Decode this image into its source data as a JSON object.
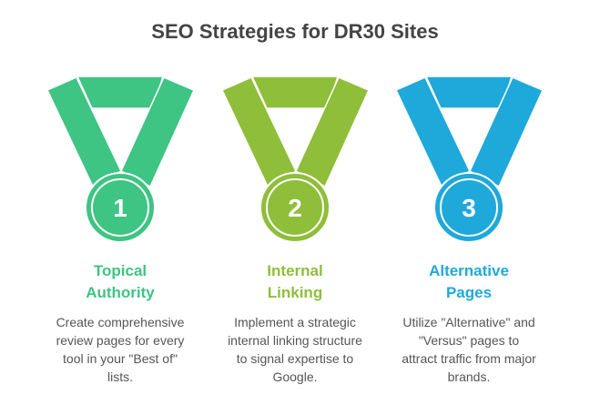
{
  "title": "SEO Strategies for DR30 Sites",
  "items": [
    {
      "number": "1",
      "heading_line1": "Topical",
      "heading_line2": "Authority",
      "description": "Create comprehensive review pages for every tool in your \"Best of\" lists.",
      "color": "#3EC483"
    },
    {
      "number": "2",
      "heading_line1": "Internal",
      "heading_line2": "Linking",
      "description": "Implement a strategic internal linking structure to signal expertise to Google.",
      "color": "#8FBE3A"
    },
    {
      "number": "3",
      "heading_line1": "Alternative",
      "heading_line2": "Pages",
      "description": "Utilize \"Alternative\" and \"Versus\" pages to attract traffic from major brands.",
      "color": "#1FA9DA"
    }
  ]
}
